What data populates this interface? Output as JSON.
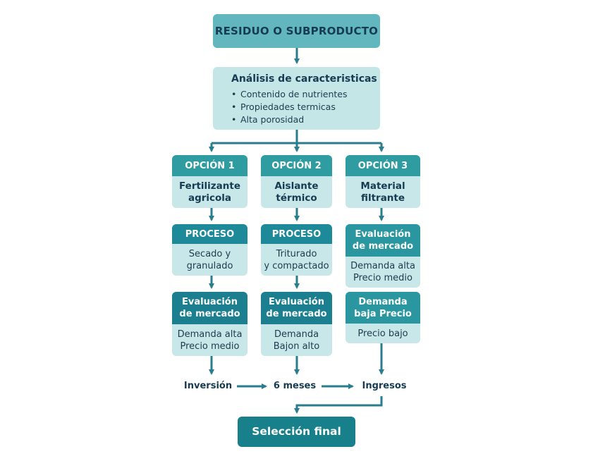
{
  "root": {
    "label": "RESIDUO O SUBPRODUCTO"
  },
  "analysis": {
    "title": "Análisis de caracteristicas",
    "bullet": "•",
    "items": [
      "Contenido de nutrientes",
      "Propiedades termicas",
      "Alta porosidad"
    ]
  },
  "options": [
    {
      "header": "OPCIÓN 1",
      "name": [
        "Fertilizante",
        "agricola"
      ],
      "step2": {
        "header": [
          "PROCESO"
        ],
        "lines": [
          "Secado y",
          "granulado"
        ]
      },
      "step3": {
        "header": [
          "Evaluación",
          "de mercado"
        ],
        "lines": [
          "Demanda alta",
          "Precio medio"
        ]
      }
    },
    {
      "header": "OPCIÓN 2",
      "name": [
        "Aislante",
        "térmico"
      ],
      "step2": {
        "header": [
          "PROCESO"
        ],
        "lines": [
          "Triturado",
          "y compactado"
        ]
      },
      "step3": {
        "header": [
          "Evaluación",
          "de mercado"
        ],
        "lines": [
          "Demanda",
          "Bajon alto"
        ]
      }
    },
    {
      "header": "OPCIÓN 3",
      "name": [
        "Material",
        "filtrante"
      ],
      "step2": {
        "header": [
          "Evaluación",
          "de mercado"
        ],
        "lines": [
          "Demanda alta",
          "Precio medio"
        ]
      },
      "step3": {
        "header": [
          "Demanda",
          "baja Precio"
        ],
        "lines": [
          "Precio bajo"
        ]
      }
    }
  ],
  "flow": [
    "Inversión",
    "6 meses",
    "Ingresos"
  ],
  "final": {
    "label": "Selección final"
  },
  "colors": {
    "root": "#62b7bf",
    "light": "#c7e7e8",
    "option_header": "#2e9ca1",
    "process_header": "#1e8a99",
    "final": "#17808a",
    "connector": "#2a7d8d"
  }
}
